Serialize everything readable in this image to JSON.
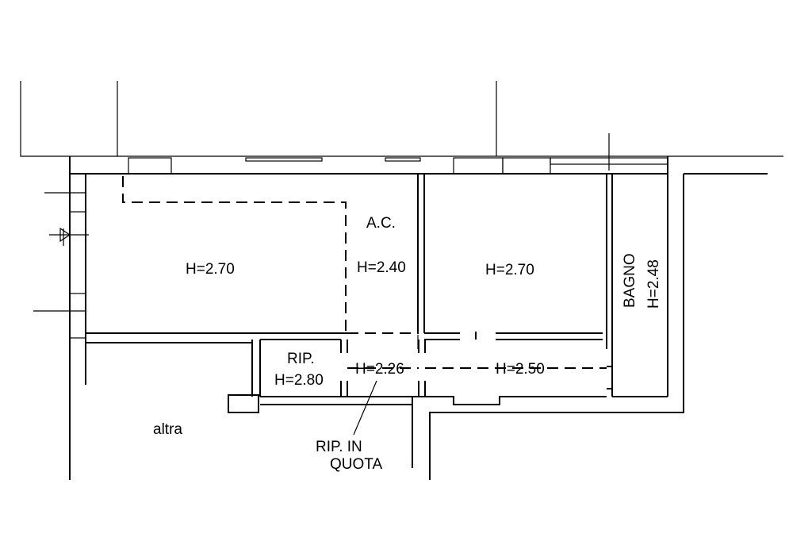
{
  "labels": {
    "ac": "A.C.",
    "room_left_height": "H=2.70",
    "ac_height": "H=2.40",
    "room_right_height": "H=2.70",
    "bagno": "BAGNO",
    "bagno_height": "H=2.48",
    "rip": "RIP.",
    "rip_height": "H=2.80",
    "corridor_height": "H=2.26",
    "lower_right_height": "H=2.50",
    "altra": "altra",
    "rip_in": "RIP. IN",
    "quota": "QUOTA"
  }
}
